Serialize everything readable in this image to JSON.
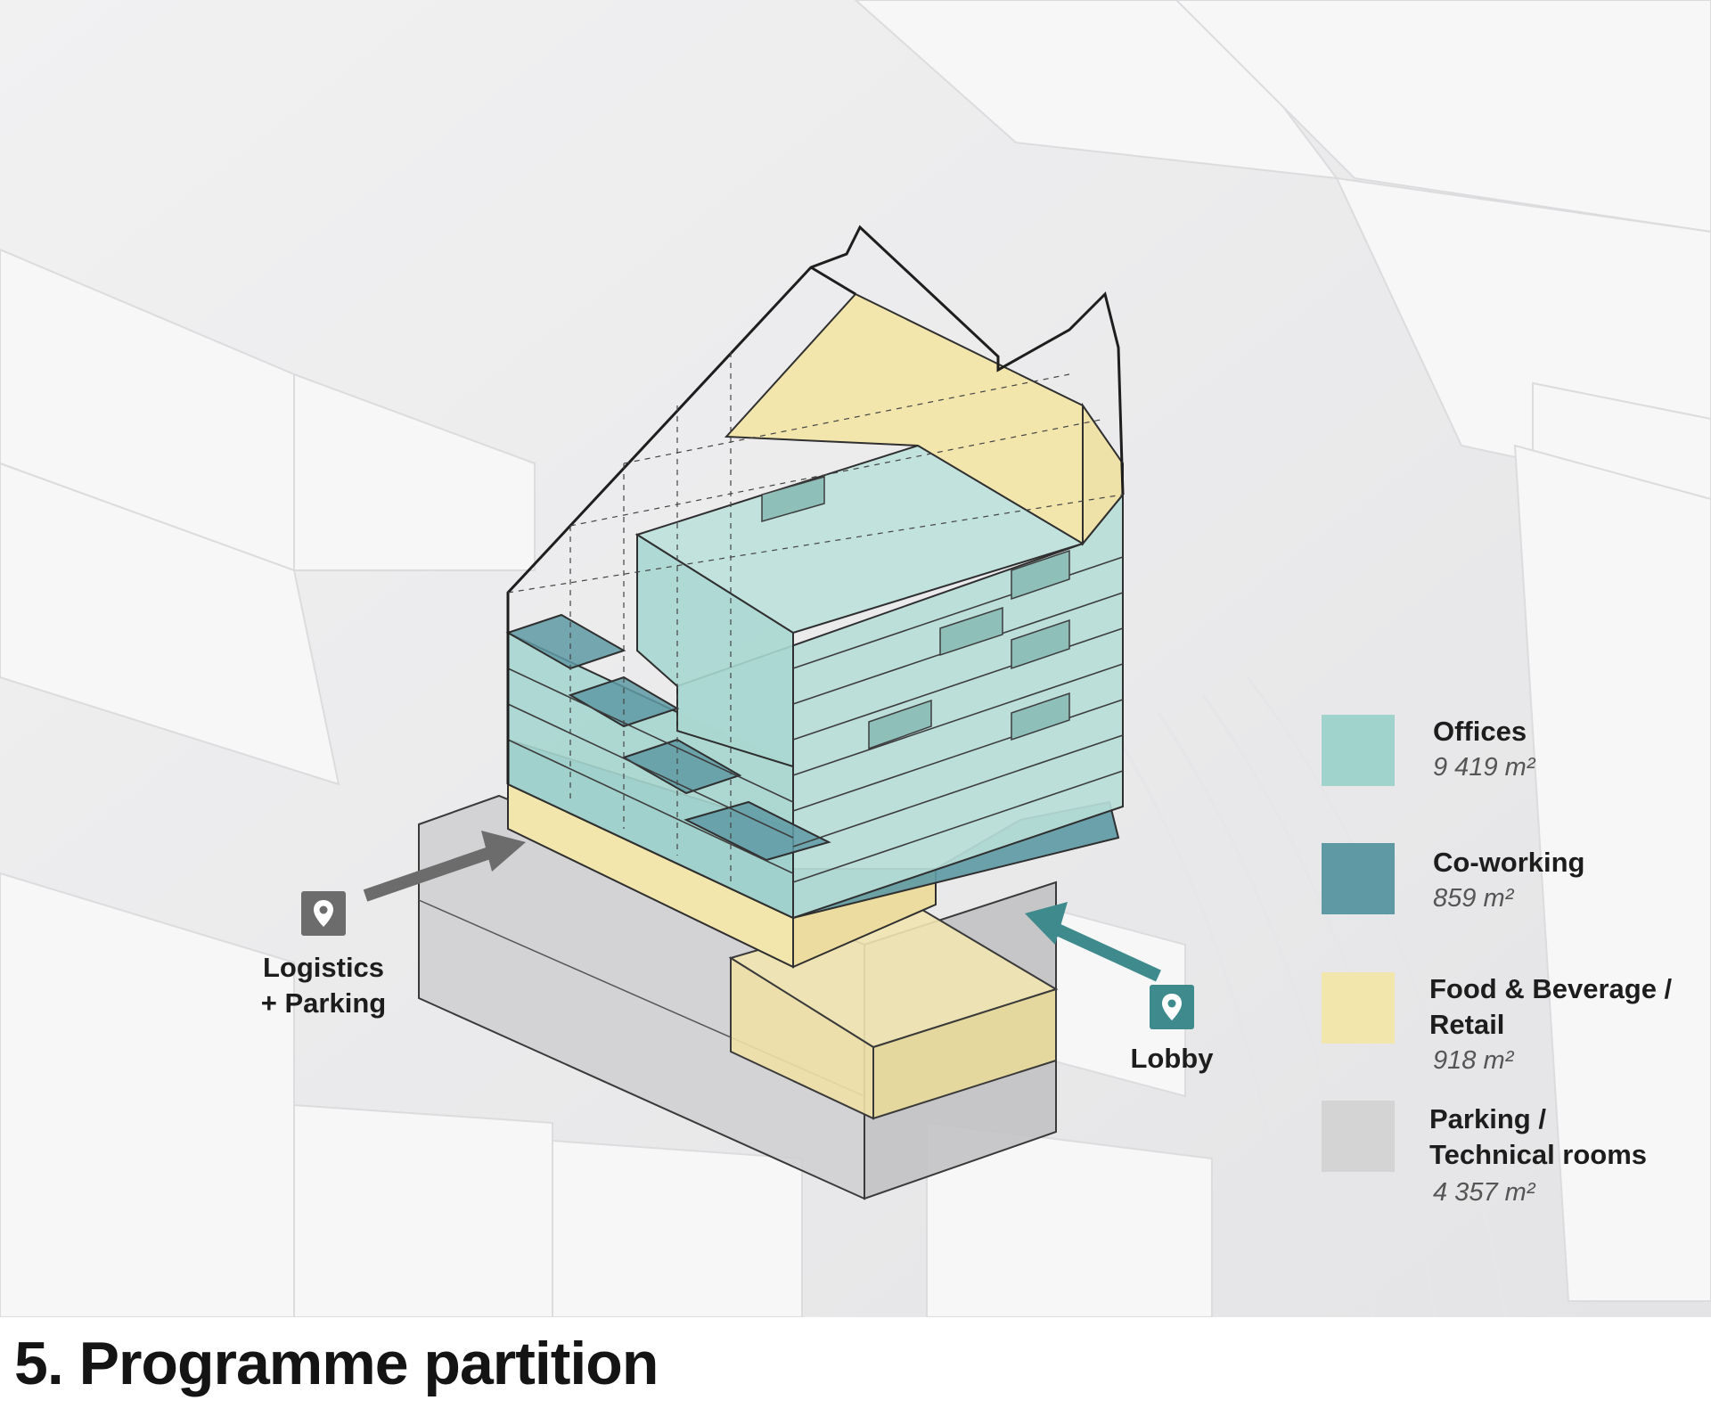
{
  "title": "5. Programme partition",
  "colors": {
    "offices": "#9fd3cc",
    "coworking": "#5f9aa4",
    "food_retail": "#f3e6ad",
    "parking_technical": "#d4d4d4",
    "marker_grey": "#6c6c6c",
    "marker_teal": "#3e8a8c"
  },
  "legend": [
    {
      "label": "Offices",
      "area": "9 419 m²",
      "color": "#9fd3cc"
    },
    {
      "label": "Co-working",
      "area": "859 m²",
      "color": "#5f9aa4"
    },
    {
      "label": "Food & Beverage /\nRetail",
      "area": "918 m²",
      "color": "#f3e6ad"
    },
    {
      "label": "Parking /\nTechnical rooms",
      "area": "4 357 m²",
      "color": "#d4d4d4"
    }
  ],
  "markers": {
    "logistics": {
      "label": "Logistics\n+ Parking",
      "icon": "location-pin-icon"
    },
    "lobby": {
      "label": "Lobby",
      "icon": "location-pin-icon"
    }
  }
}
